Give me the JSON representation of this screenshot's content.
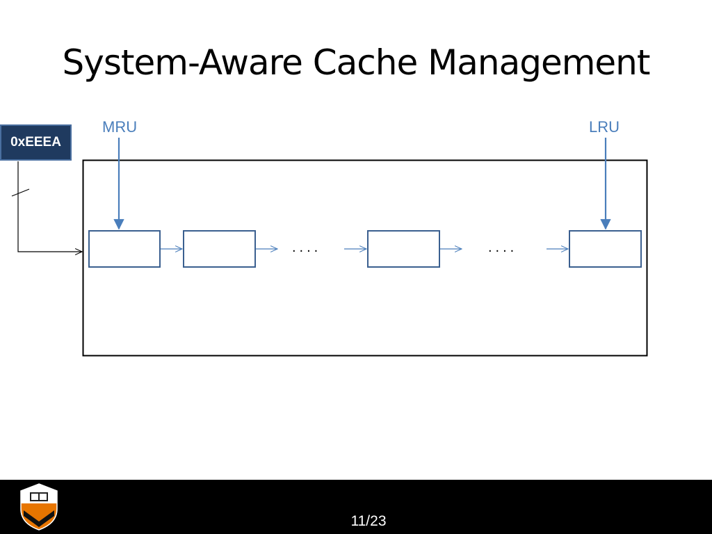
{
  "slide": {
    "title": "System-Aware Cache Management",
    "address": "0xEEEA",
    "mru_label": "MRU",
    "lru_label": "LRU",
    "ellipsis_1": "....",
    "ellipsis_2": "....",
    "page_number": "11/23"
  },
  "diagram": {
    "node_count_shown": 4
  },
  "colors": {
    "background": "#ffffff",
    "text": "#000000",
    "accent_blue": "#4a7ebb",
    "node_border": "#3a5f8f",
    "address_box_fill": "#1f3a5f",
    "address_box_border": "#4a6fa0",
    "footer_bg": "#000000",
    "footer_text": "#ffffff",
    "logo_orange": "#e77500"
  },
  "icons": {
    "logo": "princeton-shield-icon"
  }
}
